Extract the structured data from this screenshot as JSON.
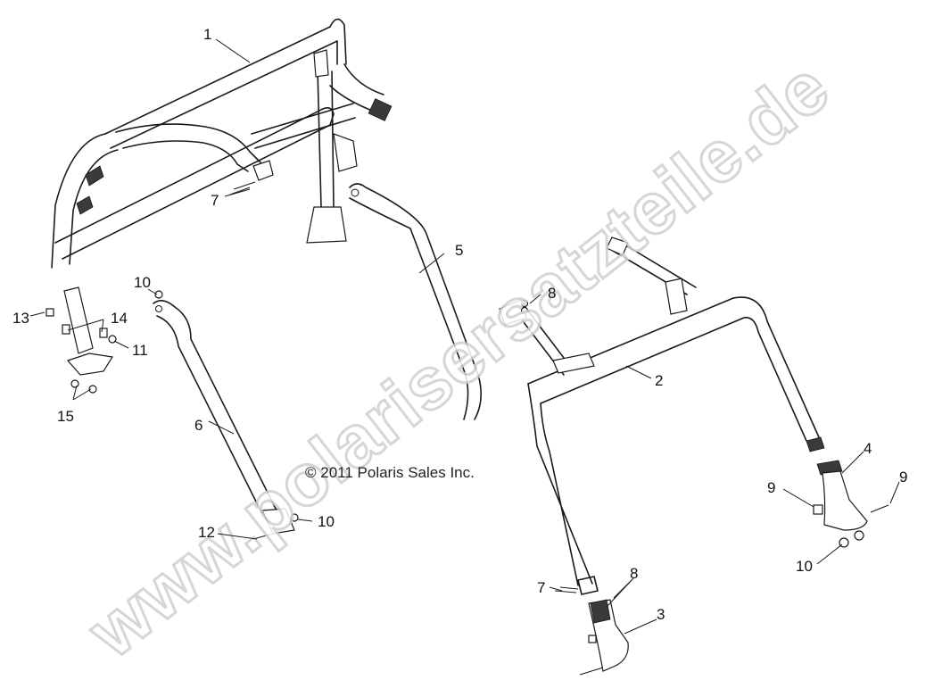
{
  "diagram": {
    "copyright": "© 2011 Polaris Sales Inc.",
    "watermark": "www.polarisersatzteile.de",
    "callouts": {
      "c1": "1",
      "c2": "2",
      "c3": "3",
      "c4": "4",
      "c5": "5",
      "c6": "6",
      "c7a": "7",
      "c7b": "7",
      "c8a": "8",
      "c8b": "8",
      "c9a": "9",
      "c9b": "9",
      "c10a": "10",
      "c10b": "10",
      "c10c": "10",
      "c11": "11",
      "c12": "12",
      "c13": "13",
      "c14": "14",
      "c15": "15"
    }
  }
}
